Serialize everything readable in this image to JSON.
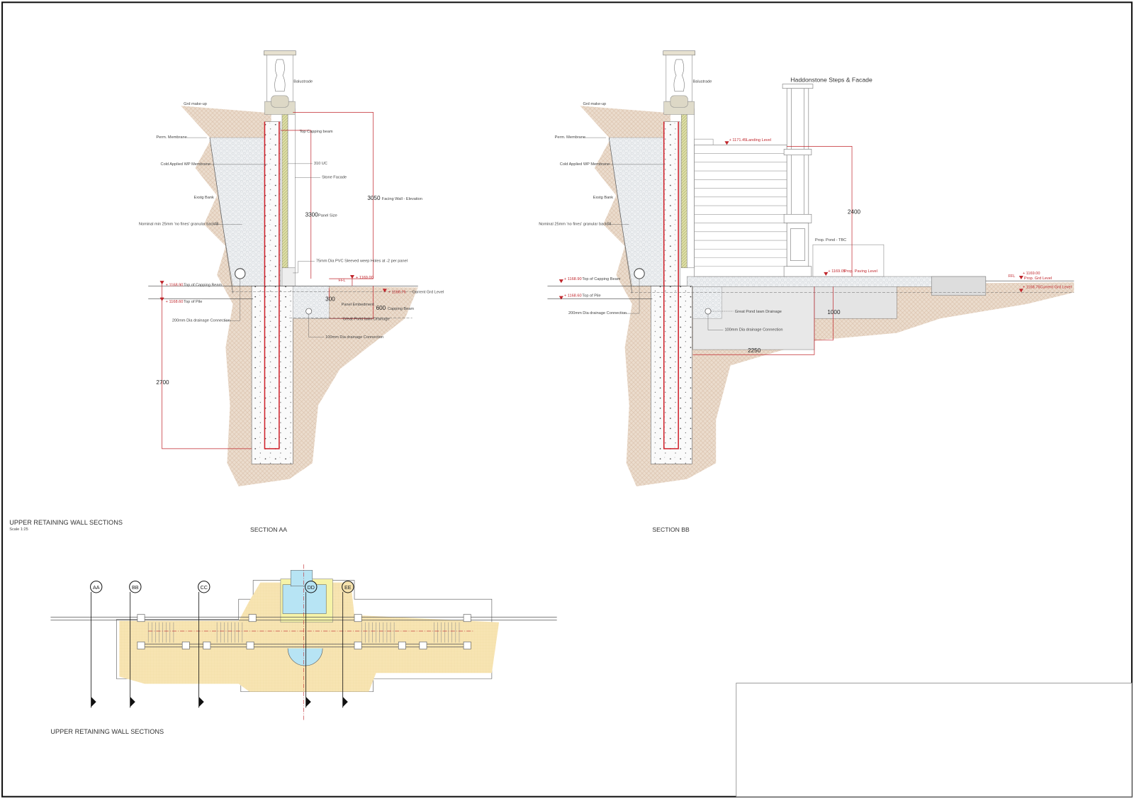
{
  "sheet": {
    "title": "UPPER RETAINING WALL SECTIONS",
    "scale": "Scale 1:25",
    "plan_title": "UPPER RETAINING WALL SECTIONS"
  },
  "section_aa": {
    "title": "SECTION AA",
    "labels": {
      "balustrade": "Balustrade",
      "grd_makeup": "Grd make-up",
      "perm_membrane": "Perm. Membrane",
      "cold_wp": "Cold Applied WP Membrane",
      "exstg_bank": "Exstg Bank",
      "backfill": "Nominal min 25mm 'no fines' granular backfill",
      "top_capping": "Top Capping beam",
      "uc": "310 UC",
      "stone_facade": "Stone Facade",
      "weep": "75mm Dia PVC Sleeved weep Holes at -2 per panel",
      "drain200": "200mm Dia drainage Connection",
      "drain100": "100mm Dia drainage Connection",
      "pond_drain": "Great Pond lawn Drainage",
      "panel_emb": "Panel Embedment",
      "capping_beam": "Capping Beam",
      "facing_wall": "Facing Wall - Elevation",
      "panel_size": "Panel Size",
      "ffl": "FFL"
    },
    "dims": {
      "d3050": "3050",
      "d3300": "3300",
      "d300": "300",
      "d600": "600",
      "d2700": "2700"
    },
    "levels": {
      "cap_val": "+ 1168.90",
      "cap_lbl": "Top of Capping Beam",
      "pile_val": "+ 1168.60",
      "pile_lbl": "Top of Pile",
      "ffl_val": "+ 1169.00",
      "grd_val": "+ 1168.76",
      "grd_lbl": "Current Grd Level"
    }
  },
  "section_bb": {
    "title": "SECTION BB",
    "heading": "Haddonstone Steps & Facade",
    "labels": {
      "balustrade": "Balustrade",
      "grd_makeup": "Grd make-up",
      "perm_membrane": "Perm. Membrane",
      "cold_wp": "Cold Applied WP Membrane",
      "exstg_bank": "Exstg Bank",
      "backfill": "Nominal 25mm 'no fines' granular backfill",
      "drain200": "200mm Dia drainage Connection",
      "drain100": "100mm Dia drainage Connection",
      "pond_drain": "Great Pond lawn Drainage",
      "pond": "Prop. Pond - TBC",
      "ffl": "FFL"
    },
    "dims": {
      "d2400": "2400",
      "d2250": "2250",
      "d1000": "1000"
    },
    "levels": {
      "landing_val": "+ 1171.45",
      "landing_lbl": "Landing Level",
      "paving_val": "+ 1169.05",
      "paving_lbl": "Prop. Paving Level",
      "prop_grd_val": "+ 1169.00",
      "prop_grd_lbl": "Prop. Grd Level",
      "grd_val": "+ 1168.76",
      "grd_lbl": "Current Grd Level",
      "cap_val": "+ 1168.90",
      "cap_lbl": "Top of Capping Beam",
      "pile_val": "+ 1168.60",
      "pile_lbl": "Top of Pile"
    }
  },
  "plan": {
    "markers": [
      "AA",
      "BB",
      "CC",
      "DD",
      "EE"
    ]
  },
  "colors": {
    "earth": "#e9d8c8",
    "red": "#c0262c",
    "sand": "#f6e2ad",
    "water": "#b7e4f4",
    "facade": "#d9dca0"
  }
}
